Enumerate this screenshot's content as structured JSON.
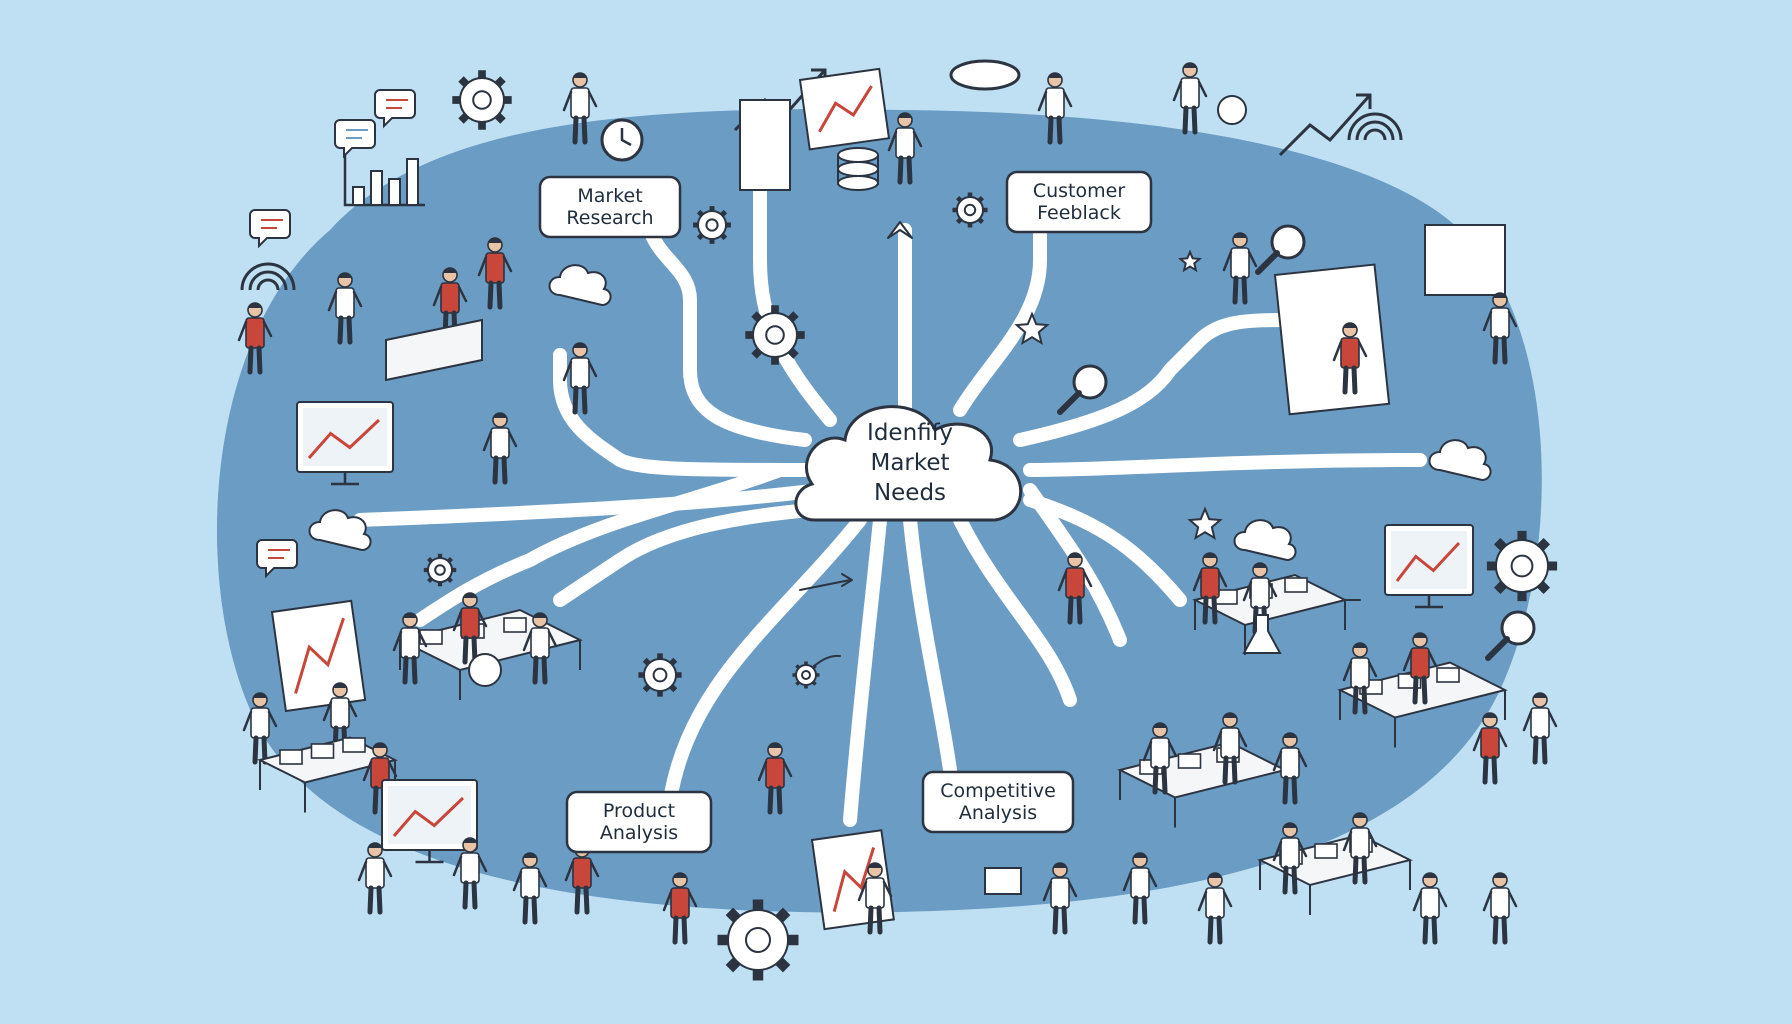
{
  "diagram": {
    "center": {
      "lines": [
        "Idenfify",
        "Market",
        "Needs"
      ]
    },
    "nodes": [
      {
        "id": "market-research",
        "lines": [
          "Market",
          "Research"
        ]
      },
      {
        "id": "customer-feedback",
        "lines": [
          "Customer",
          "Feeblack"
        ]
      },
      {
        "id": "product-analysis",
        "lines": [
          "Product",
          "Analysis"
        ]
      },
      {
        "id": "competitive-analysis",
        "lines": [
          "Competitive",
          "Analysis"
        ]
      }
    ]
  },
  "colors": {
    "background": "#bfe0f3",
    "blob": "#6b9cc4",
    "path": "#ffffff",
    "outline": "#2b3440",
    "accent": "#c8463a",
    "skin": "#e8c3a6"
  },
  "icons": [
    "gear-icon",
    "chart-icon",
    "speech-bubble-icon",
    "clock-icon",
    "cloud-icon",
    "star-icon",
    "magnifier-icon",
    "monitor-icon",
    "database-icon",
    "trend-arrow-icon",
    "wifi-icon",
    "person-icon",
    "meeting-table-icon",
    "flask-icon"
  ]
}
